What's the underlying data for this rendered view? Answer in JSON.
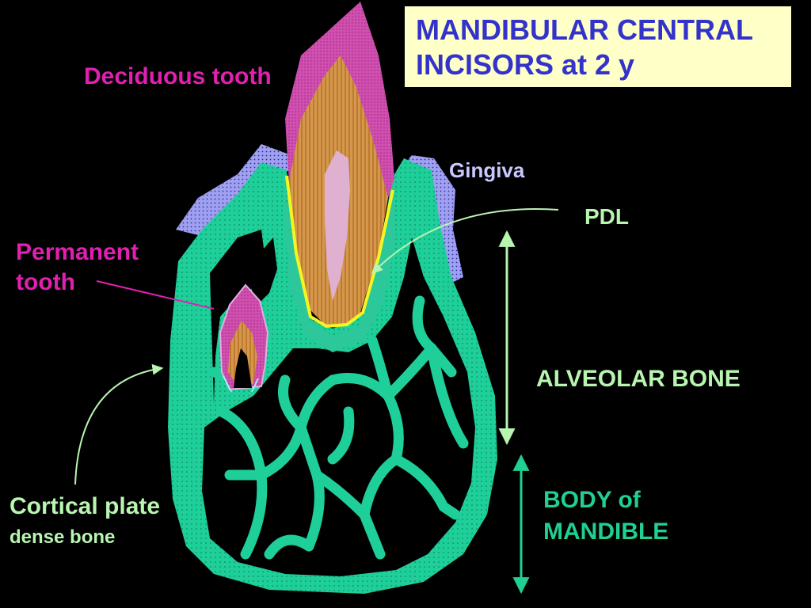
{
  "title": {
    "line1": "MANDIBULAR CENTRAL",
    "line2": "INCISORS at 2 y"
  },
  "labels": {
    "deciduous_tooth": "Deciduous tooth",
    "gingiva": "Gingiva",
    "pdl": "PDL",
    "permanent_line1": "Permanent",
    "permanent_line2": "tooth",
    "alveolar_bone": "ALVEOLAR BONE",
    "body_line1": "BODY of",
    "body_line2": "MANDIBLE",
    "cortical_line1": "Cortical plate",
    "cortical_line2": "dense bone"
  },
  "colors": {
    "background": "#000000",
    "bone": "#1fcf9a",
    "gingiva": "#9a9aee",
    "enamel": "#d04aa8",
    "dentin": "#d2964a",
    "pulp": "#e0b0d0",
    "pdl": "#f5f522",
    "title_text": "#3333cc",
    "title_bg": "#ffffc8",
    "label_magenta": "#e020b0",
    "label_green": "#b8f5b0",
    "label_teal": "#20d090"
  }
}
